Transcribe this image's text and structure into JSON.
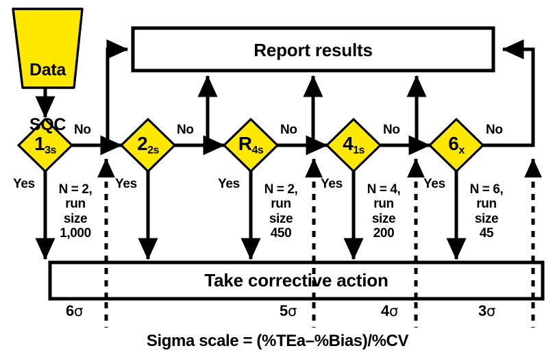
{
  "diagram": {
    "title_formula": "Sigma scale = (%TEa–%Bias)/%CV",
    "colors": {
      "node_fill": "#FFE800",
      "stroke": "#000000",
      "background": "#FFFFFF"
    },
    "start_node": {
      "name": "data-sqc",
      "line1": "Data",
      "line2": "SQC",
      "shape": "inverted-trapezoid"
    },
    "report_box": {
      "label": "Report results",
      "shape": "rectangle"
    },
    "corrective_box": {
      "label": "Take corrective action",
      "shape": "rectangle"
    },
    "decisions": [
      {
        "id": "rule-1-3s",
        "main": "1",
        "sub": "3s",
        "no_label": "No",
        "yes_label": "Yes",
        "run_info": "N = 2,\nrun\nsize\n1,000",
        "n": 2,
        "run_size": "1,000"
      },
      {
        "id": "rule-2-2s",
        "main": "2",
        "sub": "2s",
        "no_label": "No",
        "yes_label": "Yes",
        "run_info": "",
        "n": null,
        "run_size": ""
      },
      {
        "id": "rule-r-4s",
        "main": "R",
        "sub": "4s",
        "no_label": "No",
        "yes_label": "Yes",
        "run_info": "N = 2,\nrun\nsize\n450",
        "n": 2,
        "run_size": "450"
      },
      {
        "id": "rule-4-1s",
        "main": "4",
        "sub": "1s",
        "no_label": "No",
        "yes_label": "Yes",
        "run_info": "N = 4,\nrun\nsize\n200",
        "n": 4,
        "run_size": "200"
      },
      {
        "id": "rule-6-x",
        "main": "6",
        "sub": "x",
        "no_label": "No",
        "yes_label": "Yes",
        "run_info": "N = 6,\nrun\nsize\n45",
        "n": 6,
        "run_size": "45"
      }
    ],
    "sigma_scale": {
      "ticks": [
        {
          "label": "6",
          "symbol": "σ"
        },
        {
          "label": "5",
          "symbol": "σ"
        },
        {
          "label": "4",
          "symbol": "σ"
        },
        {
          "label": "3",
          "symbol": "σ"
        }
      ]
    }
  }
}
